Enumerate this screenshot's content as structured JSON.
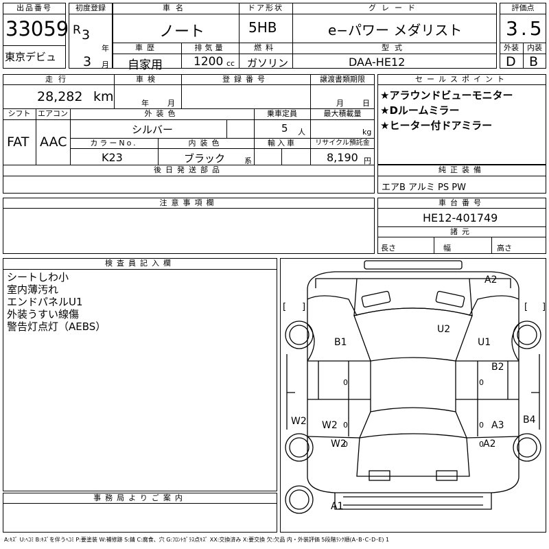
{
  "header": {
    "lot_label": "出品番号",
    "lot_number": "33059",
    "region": "東京デビュ",
    "first_reg_label": "初度登録",
    "era_prefix": "R",
    "reg_year": "3",
    "year_unit": "年",
    "reg_month": "3",
    "month_unit": "月",
    "car_name_label": "車名",
    "car_name": "ノート",
    "door_label": "ドア形状",
    "door_type": "5HB",
    "grade_label": "グレード",
    "grade": "e−パワー メダリスト",
    "score_label": "評価点",
    "score": "3.5",
    "history_label": "車歴",
    "history": "自家用",
    "displacement_label": "排気量",
    "displacement": "1200",
    "displacement_unit": "cc",
    "fuel_label": "燃料",
    "fuel": "ガソリン",
    "model_label": "型式",
    "model_code": "DAA-HE12",
    "exterior_label": "外装",
    "exterior_grade": "D",
    "interior_label": "内装",
    "interior_grade": "B"
  },
  "specs": {
    "mileage_label": "走行",
    "mileage": "28,282",
    "mileage_unit": "km",
    "inspection_label": "車検",
    "insp_year_unit": "年",
    "insp_month_unit": "月",
    "reg_no_label": "登録番号",
    "transfer_label": "譲渡書類期限",
    "transfer_month_unit": "月",
    "transfer_day_unit": "日",
    "shift_label": "シフト",
    "shift": "FAT",
    "ac_label": "エアコン",
    "ac": "AAC",
    "ext_color_label": "外装色",
    "ext_color": "シルバー",
    "capacity_label": "乗車定員",
    "capacity": "5",
    "capacity_unit": "人",
    "max_load_label": "最大積載量",
    "max_load_unit": "kg",
    "color_no_label": "カラーNo.",
    "color_no": "K23",
    "int_color_label": "内装色",
    "int_color": "ブラック",
    "int_color_unit": "系",
    "import_label": "輸入車",
    "recycle_label": "リサイクル預託金",
    "recycle": "8,190",
    "recycle_unit": "円",
    "later_parts_label": "後日発送部品"
  },
  "sales_points": {
    "label": "セールスポイント",
    "items": [
      "★アラウンドビューモニター",
      "★Dルームミラー",
      "★ヒーター付ドアミラー"
    ]
  },
  "equipment": {
    "label": "純正装備",
    "value": "エアB アルミ PS PW"
  },
  "cautions": {
    "label": "注意事項欄"
  },
  "chassis": {
    "label": "車台番号",
    "number": "HE12-401749",
    "dims_label": "諸元",
    "length_label": "長さ",
    "width_label": "幅",
    "height_label": "高さ"
  },
  "inspector": {
    "label": "検査員記入欄",
    "notes": [
      "シートしわ小",
      "室内薄汚れ",
      "エンドパネルU1",
      "外装うすい線傷",
      "警告灯点灯（AEBS）"
    ]
  },
  "office": {
    "label": "事務局よりご案内"
  },
  "damage": {
    "front": "A2",
    "roof": "U2",
    "left_front_door": "B1",
    "right_front_fender": "U1",
    "right_front_door": "B2",
    "left_rear_fender": "W2",
    "left_rear_door": "W2",
    "left_rear_quarter": "W2",
    "right_rear_door": "A3",
    "right_rear_fender": "B4",
    "right_rear_quarter": "A2",
    "rear_bumper": "A1",
    "zeros": [
      "0",
      "0",
      "0",
      "0",
      "0",
      "0"
    ],
    "bracket_open": "[",
    "bracket_close": "]"
  },
  "legend": "A:ｷｽﾞ U:ﾍｺﾐ B:ｷｽﾞを伴うﾍｺﾐ P:要塗装 W:補修跡 S:錆 C:腐食、穴 G:ﾌﾛﾝﾄｶﾞﾗｽ点ｷｽﾞ XX:交換済み X:要交換 欠:欠品 内・外装評価 5段階ﾗﾝｸ順(A･B･C･D･E) 1"
}
